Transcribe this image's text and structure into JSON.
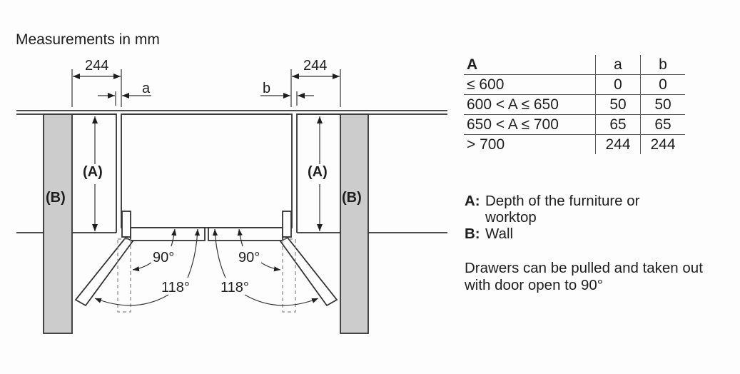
{
  "title": "Measurements in mm",
  "drawing": {
    "dimension_left": "244",
    "dimension_right": "244",
    "gap_left_label": "a",
    "gap_right_label": "b",
    "depth_label_left": "(A)",
    "depth_label_right": "(A)",
    "wall_label_left": "(B)",
    "wall_label_right": "(B)",
    "angle_90_left": "90°",
    "angle_118_left": "118°",
    "angle_90_right": "90°",
    "angle_118_right": "118°",
    "colors": {
      "wall_fill": "#cccccc",
      "line": "#333333"
    }
  },
  "table": {
    "headers": [
      "A",
      "a",
      "b"
    ],
    "rows": [
      {
        "range": "≤ 600",
        "a": "0",
        "b": "0"
      },
      {
        "range": "600 < A ≤ 650",
        "a": "50",
        "b": "50"
      },
      {
        "range": "650 < A ≤ 700",
        "a": "65",
        "b": "65"
      },
      {
        "range": "> 700",
        "a": "244",
        "b": "244"
      }
    ]
  },
  "legend": [
    {
      "key": "A:",
      "text": "Depth of the furniture or",
      "text2": "worktop"
    },
    {
      "key": "B:",
      "text": "Wall"
    }
  ],
  "note": "Drawers can be pulled and taken out with door open to 90°"
}
